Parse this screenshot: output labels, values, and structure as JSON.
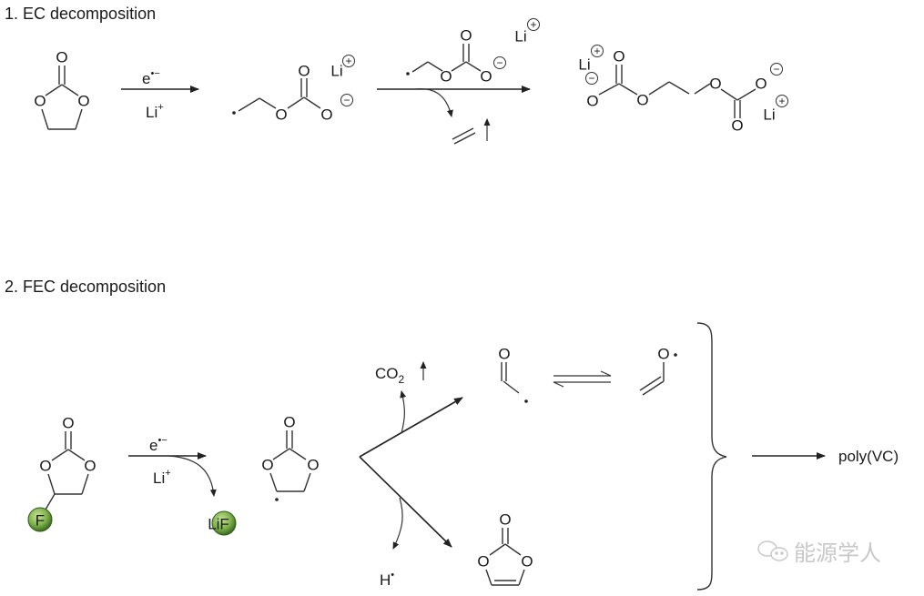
{
  "sections": [
    {
      "title": "1. EC decomposition"
    },
    {
      "title": "2. FEC decomposition"
    }
  ],
  "ec": {
    "step1": {
      "above": "e",
      "above_sup": "•−",
      "below": "Li",
      "below_sup": "+"
    },
    "li": "Li",
    "o": "O",
    "plus": "+",
    "minus": "−"
  },
  "fec": {
    "step1": {
      "above": "e",
      "above_sup": "•−",
      "below": "Li",
      "below_sup": "+"
    },
    "f_atom": "F",
    "lif": "LiF",
    "co2": "CO",
    "co2_sub": "2",
    "h_radical": "H",
    "h_sup": "•",
    "product": "poly(VC)",
    "o": "O"
  },
  "watermark": {
    "text": "能源学人"
  },
  "colors": {
    "green_ball": "#7fb24a",
    "ink": "#1a1a1a"
  }
}
